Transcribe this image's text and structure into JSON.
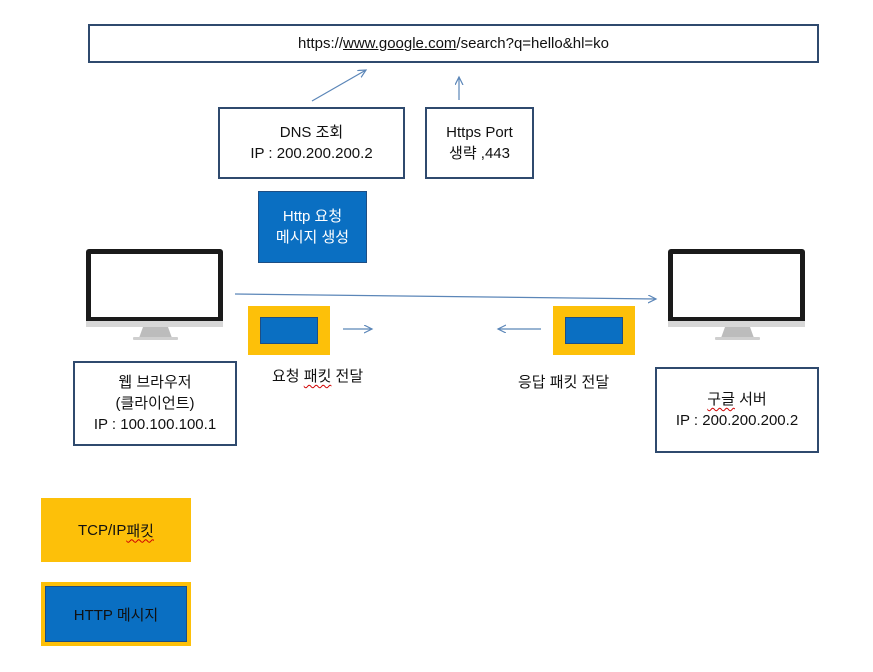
{
  "url": {
    "scheme": "https://",
    "host": "www.google.com",
    "path": "/search?q=hello&hl=ko"
  },
  "dns": {
    "line1": "DNS 조회",
    "line2": "IP : 200.200.200.2"
  },
  "port": {
    "line1": "Https Port",
    "line2": "생략 ,443"
  },
  "http_message": {
    "line1": "Http 요청",
    "line2": "메시지 생성"
  },
  "client": {
    "line1": "웹 브라우저",
    "line2": "(클라이언트)",
    "line3": "IP : 100.100.100.1"
  },
  "server": {
    "name": "구글",
    "name_rest": " 서버",
    "ip": "IP : 200.200.200.2"
  },
  "request_label": {
    "prefix": "요청 ",
    "packet": "패킷",
    "suffix": " 전달"
  },
  "response_label": "응답 패킷 전달",
  "legend": {
    "tcp_prefix": "TCP/IP ",
    "tcp_packet": "패킷",
    "http": "HTTP 메시지"
  },
  "colors": {
    "packet_yellow": "#fdc009",
    "message_blue": "#0a6fc2",
    "box_border": "#2f4a6e",
    "arrow": "#5b86b8"
  },
  "icons": [
    "monitor-icon",
    "monitor-icon"
  ]
}
